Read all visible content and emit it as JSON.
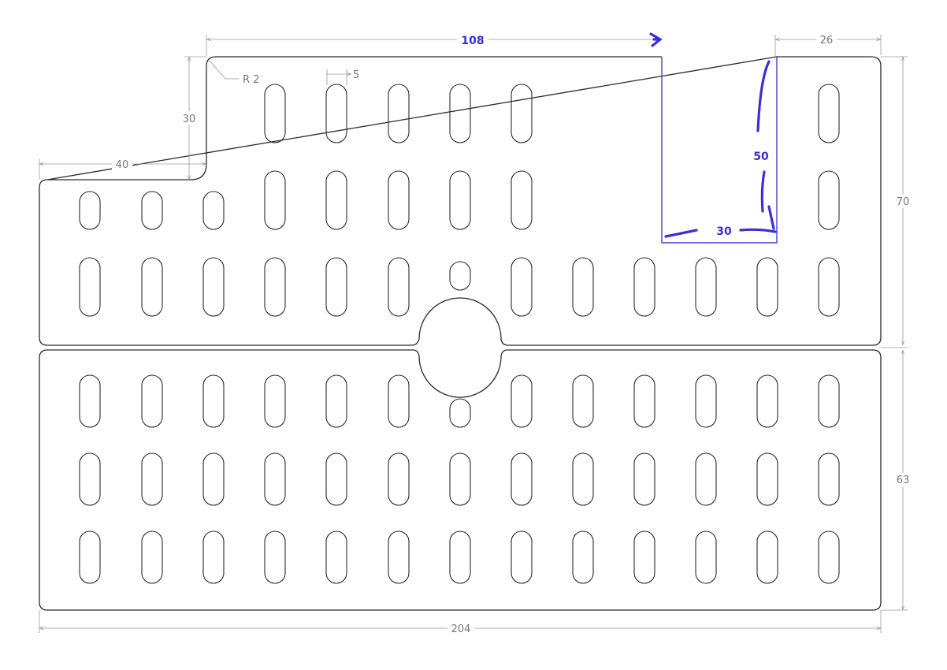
{
  "dimensions": {
    "top_length": "108",
    "right_notch_width": "26",
    "corner_radius": "R 2",
    "slot_width": "5",
    "step_height": "30",
    "step_width": "40",
    "upper_height": "70",
    "lower_height": "63",
    "total_width": "204"
  },
  "handwritten": {
    "notch_height": "50",
    "notch_width": "30"
  },
  "colors": {
    "outline": "#2a2a2a",
    "dimension": "#9a9a9a",
    "ink": "#3b2fd6"
  }
}
